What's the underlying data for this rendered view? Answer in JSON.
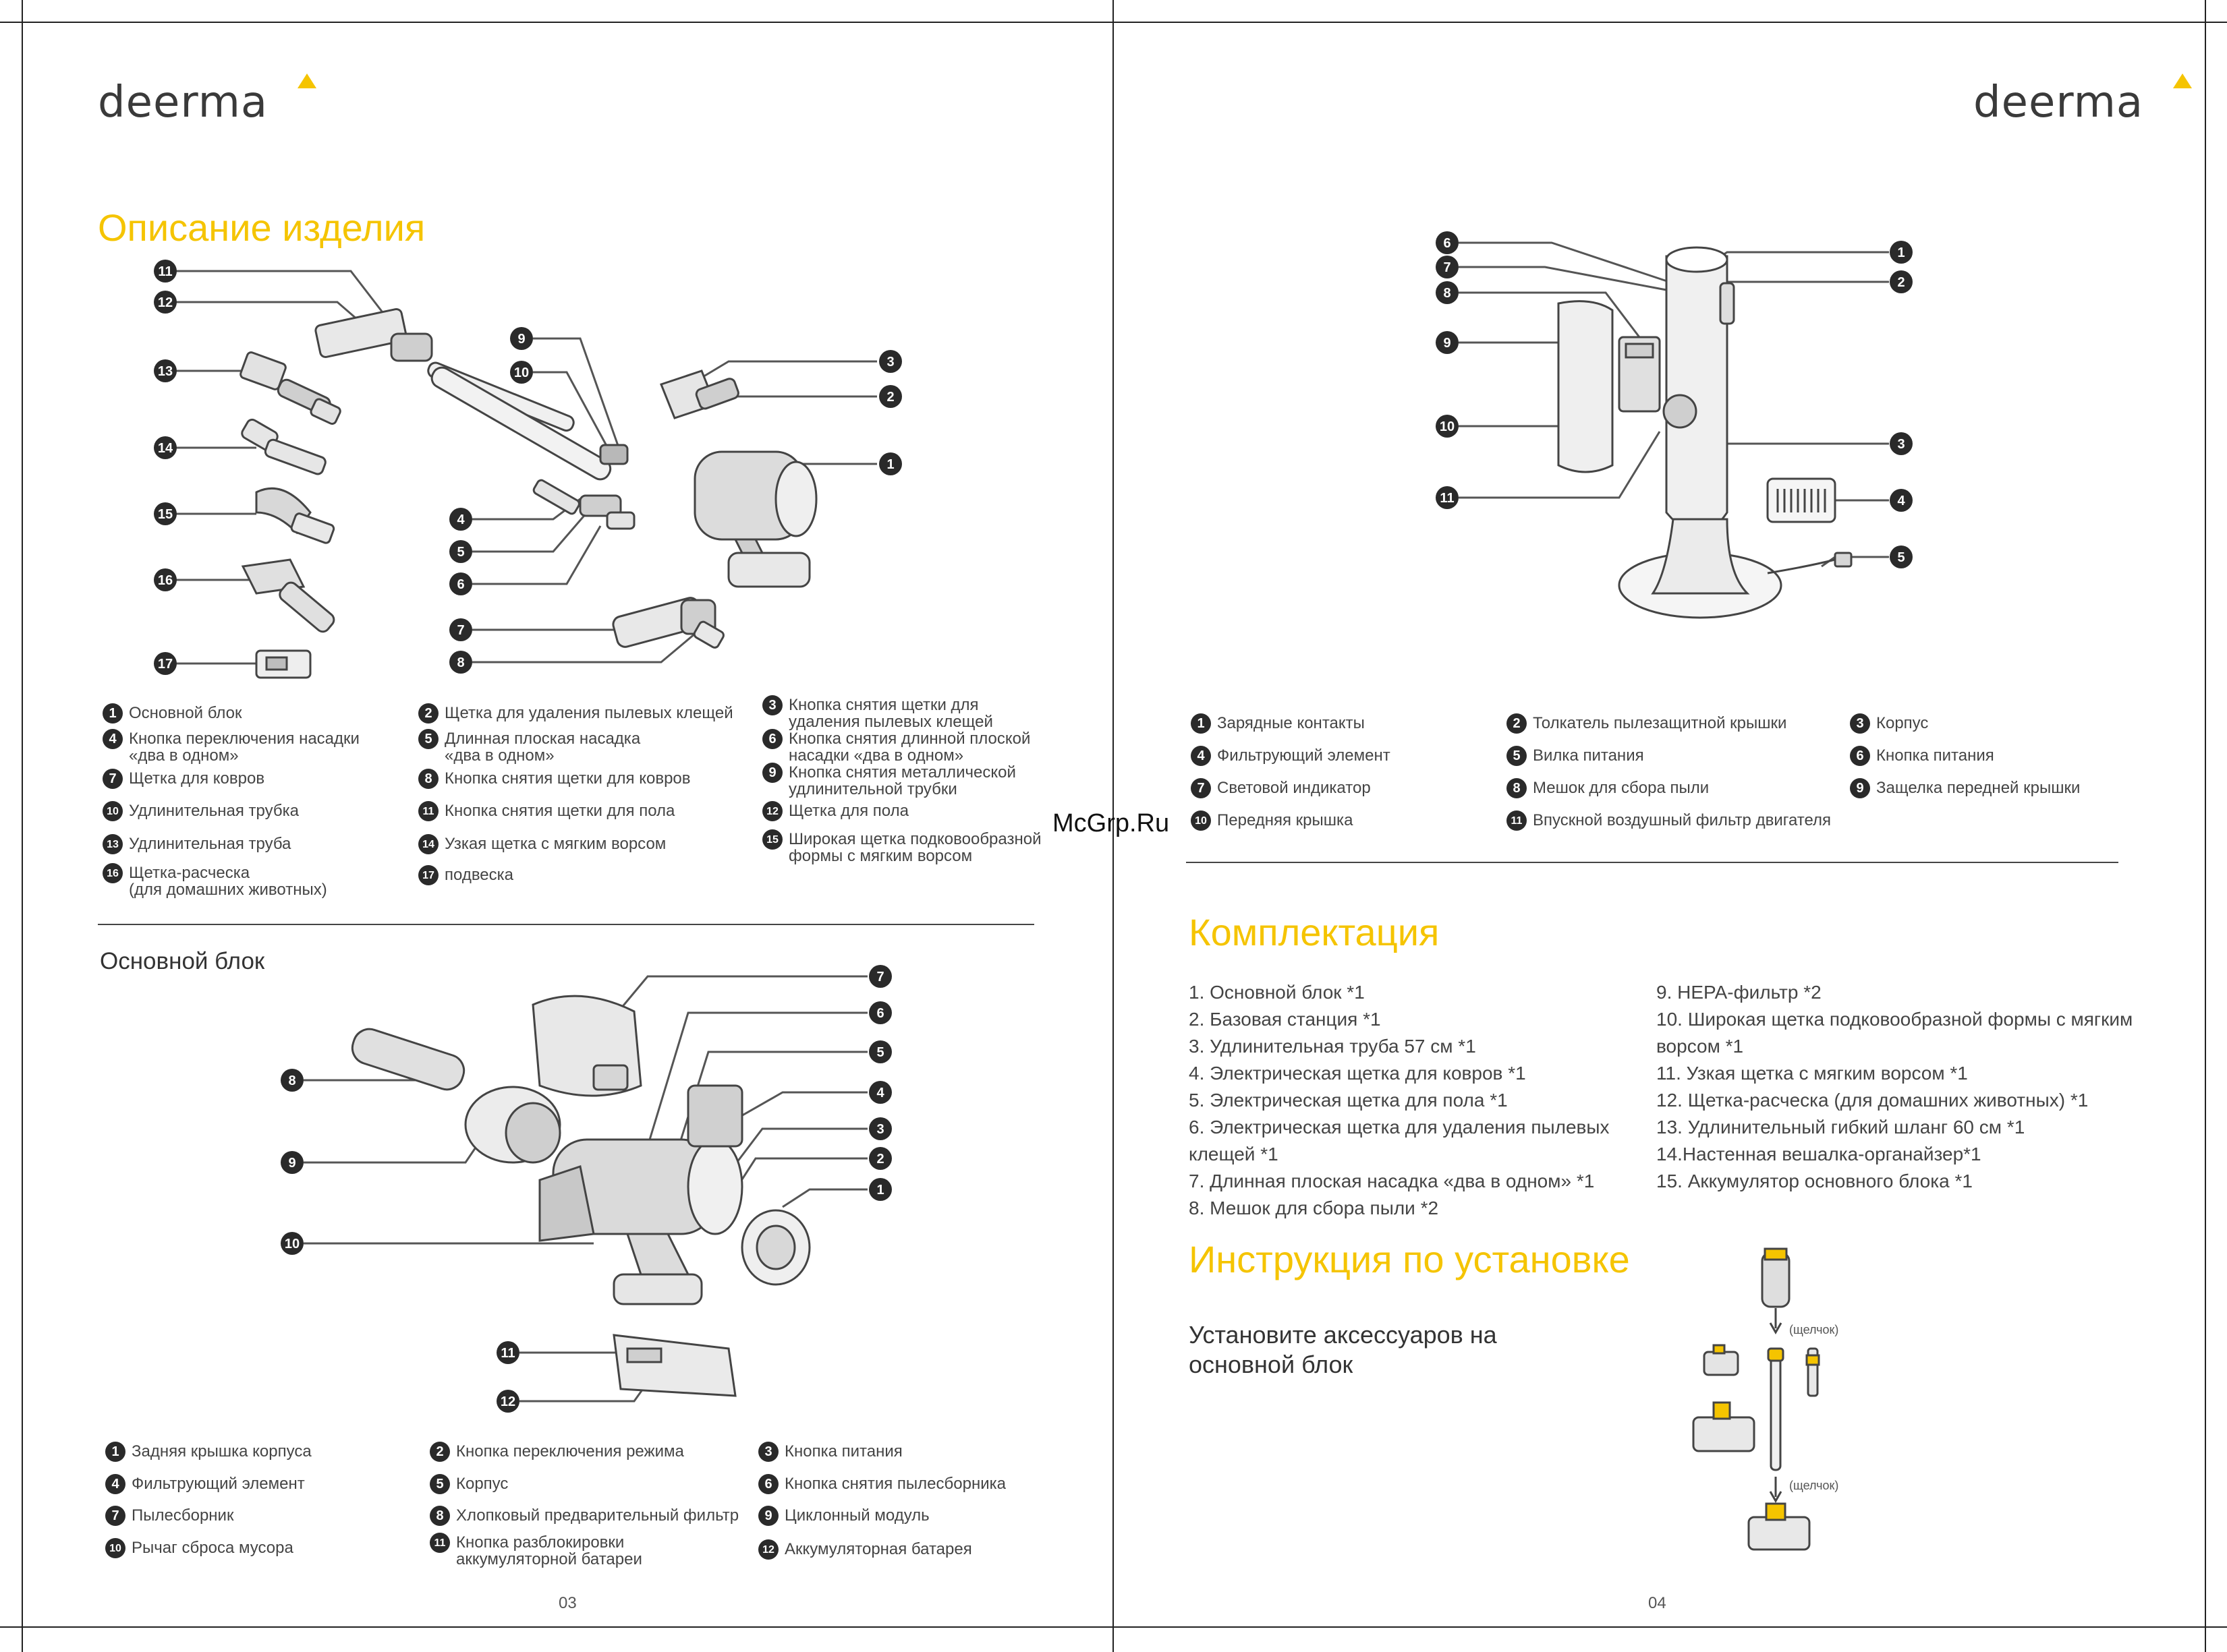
{
  "brand": "deerma",
  "left_page": {
    "title": "Описание изделия",
    "accessories_legend": [
      {
        "n": "1",
        "text": "Основной блок"
      },
      {
        "n": "2",
        "text": "Щетка для удаления пылевых клещей"
      },
      {
        "n": "3",
        "text": "Кнопка снятия щетки для\nудаления пылевых клещей"
      },
      {
        "n": "4",
        "text": "Кнопка переключения насадки\n«два в одном»"
      },
      {
        "n": "5",
        "text": "Длинная плоская насадка\n«два в одном»"
      },
      {
        "n": "6",
        "text": "Кнопка снятия длинной плоской\nнасадки «два в одном»"
      },
      {
        "n": "7",
        "text": "Щетка для ковров"
      },
      {
        "n": "8",
        "text": "Кнопка снятия щетки для ковров"
      },
      {
        "n": "9",
        "text": "Кнопка снятия металлической\nудлинительной трубки"
      },
      {
        "n": "10",
        "text": "Удлинительная трубка"
      },
      {
        "n": "11",
        "text": "Кнопка снятия щетки для пола"
      },
      {
        "n": "12",
        "text": "Щетка для пола"
      },
      {
        "n": "13",
        "text": "Удлинительная труба"
      },
      {
        "n": "14",
        "text": "Узкая щетка с мягким ворсом"
      },
      {
        "n": "15",
        "text": "Широкая щетка подковообразной\nформы с мягким ворсом"
      },
      {
        "n": "16",
        "text": "Щетка-расческа\n(для домашних животных)"
      },
      {
        "n": "17",
        "text": "подвеска"
      }
    ],
    "section2_title": "Основной блок",
    "main_unit_legend": [
      {
        "n": "1",
        "text": "Задняя крышка корпуса"
      },
      {
        "n": "2",
        "text": "Кнопка переключения режима"
      },
      {
        "n": "3",
        "text": "Кнопка питания"
      },
      {
        "n": "4",
        "text": "Фильтрующий элемент"
      },
      {
        "n": "5",
        "text": "Корпус"
      },
      {
        "n": "6",
        "text": "Кнопка снятия пылесборника"
      },
      {
        "n": "7",
        "text": "Пылесборник"
      },
      {
        "n": "8",
        "text": "Хлопковый предварительный фильтр"
      },
      {
        "n": "9",
        "text": "Циклонный модуль"
      },
      {
        "n": "10",
        "text": "Рычаг сброса мусора"
      },
      {
        "n": "11",
        "text": "Кнопка разблокировки\nаккумуляторной батареи"
      },
      {
        "n": "12",
        "text": "Аккумуляторная батарея"
      }
    ],
    "page_number": "03"
  },
  "right_page": {
    "station_legend": [
      {
        "n": "1",
        "text": "Зарядные контакты"
      },
      {
        "n": "2",
        "text": "Толкатель пылезащитной крышки"
      },
      {
        "n": "3",
        "text": "Корпус"
      },
      {
        "n": "4",
        "text": "Фильтрующий элемент"
      },
      {
        "n": "5",
        "text": "Вилка питания"
      },
      {
        "n": "6",
        "text": "Кнопка питания"
      },
      {
        "n": "7",
        "text": "Световой индикатор"
      },
      {
        "n": "8",
        "text": "Мешок для сбора пыли"
      },
      {
        "n": "9",
        "text": "Защелка передней крышки"
      },
      {
        "n": "10",
        "text": "Передняя крышка"
      },
      {
        "n": "11",
        "text": "Впускной воздушный фильтр двигателя"
      }
    ],
    "kit_title": "Комплектация",
    "kit_col1": "1. Основной блок *1\n2. Базовая станция *1\n3. Удлинительная труба 57 см *1\n4. Электрическая щетка для ковров *1\n5. Электрическая щетка для пола *1\n6. Электрическая щетка для удаления пылевых клещей *1\n7. Длинная плоская насадка «два в одном» *1\n8. Мешок для сбора пыли *2",
    "kit_col2": "9. HEPA-фильтр *2\n10. Широкая щетка подковообразной формы с мягким\nворсом *1\n11. Узкая щетка с мягким ворсом *1\n12. Щетка-расческа (для домашних животных) *1\n13. Удлинительный гибкий шланг 60 см *1\n14.Настенная вешалка-органайзер*1\n15. Аккумулятор основного блока *1",
    "install_title": "Инструкция по установке",
    "install_text": "Установите аксессуаров на\nосновной блок",
    "click_note": "(щелчок)",
    "page_number": "04"
  },
  "watermark": "McGrp.Ru",
  "diagram_callouts": {
    "accessories": [
      "11",
      "12",
      "13",
      "14",
      "15",
      "16",
      "17",
      "9",
      "10",
      "4",
      "5",
      "6",
      "7",
      "8",
      "3",
      "2",
      "1"
    ],
    "main_unit": [
      "7",
      "6",
      "5",
      "4",
      "3",
      "2",
      "1",
      "8",
      "9",
      "10",
      "11",
      "12"
    ],
    "station": [
      "6",
      "7",
      "8",
      "9",
      "10",
      "11",
      "1",
      "2",
      "3",
      "4",
      "5"
    ]
  }
}
